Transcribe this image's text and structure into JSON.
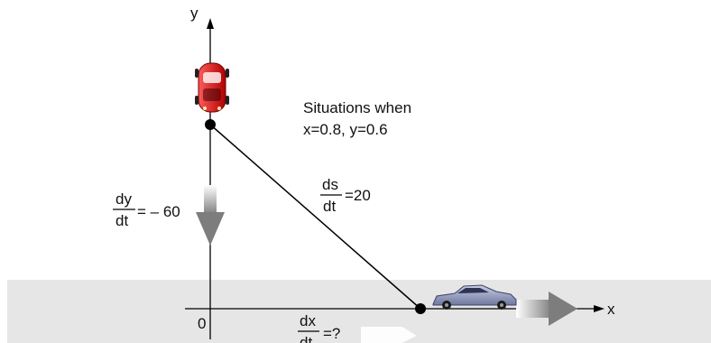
{
  "axes": {
    "x_label": "x",
    "y_label": "y",
    "origin_label": "0"
  },
  "caption": {
    "line1": "Situations when",
    "line2": "x=0.8, y=0.6"
  },
  "rates": {
    "dy_num": "dy",
    "dy_den": "dt",
    "dy_value": "= – 60",
    "ds_num": "ds",
    "ds_den": "dt",
    "ds_value": "=20",
    "dx_num": "dx",
    "dx_den": "dt",
    "dx_value": "=?"
  },
  "colors": {
    "ground": "#e6e6e6",
    "line": "#000000",
    "red_car": "#d91a1a",
    "blue_car": "#9aa4c8",
    "arrow_gray": "#8c8c8c"
  },
  "icons": {
    "red_car": "sports-car-top-view-icon",
    "blue_car": "sports-car-side-view-icon",
    "down_arrow": "down-arrow-icon",
    "right_arrow": "right-arrow-icon"
  }
}
